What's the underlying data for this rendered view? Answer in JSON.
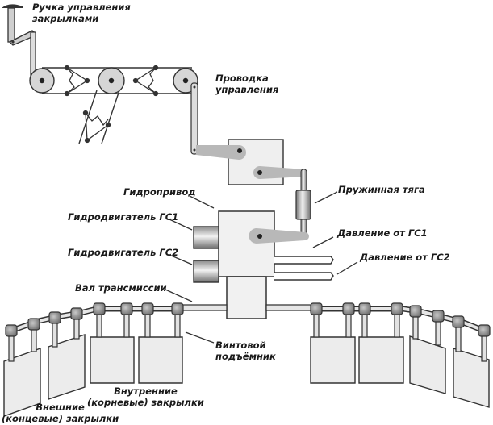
{
  "diagram": {
    "title": "Flap control system schematic",
    "labels": {
      "flap_handle": [
        "Ручка управления",
        "закрылками"
      ],
      "control_wiring": [
        "Проводка",
        "управления"
      ],
      "hydraulic_drive": "Гидропривод",
      "spring_rod": "Пружинная тяга",
      "motor_hs1": "Гидродвигатель ГС1",
      "motor_hs2": "Гидродвигатель ГС2",
      "pressure_hs1": "Давление от ГС1",
      "pressure_hs2": "Давление от ГС2",
      "transmission_shaft": "Вал трансмиссии",
      "screw_jack": [
        "Винтовой",
        "подъёмник"
      ],
      "inner_flaps": [
        "Внутренние",
        "(корневые)  закрылки"
      ],
      "outer_flaps": [
        "Внешние",
        "(концевые) закрылки"
      ]
    },
    "colors": {
      "ink": "#2a2a2a",
      "fill_light": "#ececec",
      "fill_mid": "#bdbdbd",
      "fill_dark": "#7a7a7a"
    }
  }
}
